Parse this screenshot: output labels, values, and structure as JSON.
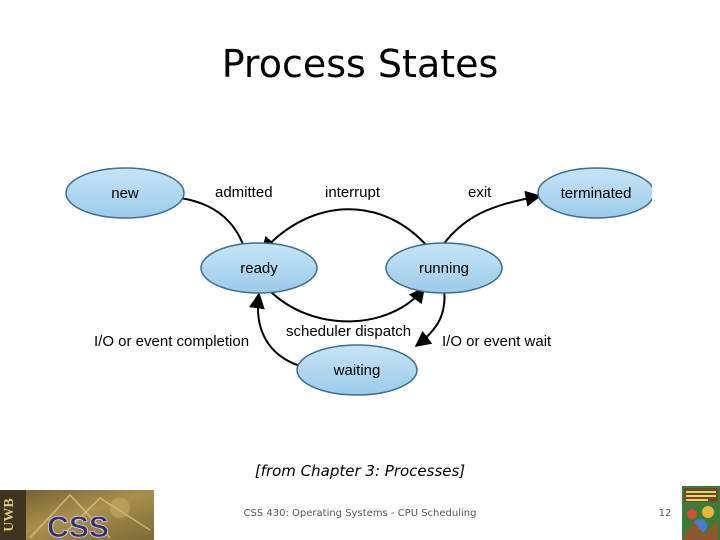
{
  "slide": {
    "title": "Process States",
    "caption": "[from Chapter 3: Processes]",
    "footer": "CSS 430: Operating Systems - CPU Scheduling",
    "page_number": "12"
  },
  "diagram": {
    "nodes": {
      "new": "new",
      "ready": "ready",
      "running": "running",
      "waiting": "waiting",
      "terminated": "terminated"
    },
    "edges": {
      "admitted": "admitted",
      "interrupt": "interrupt",
      "exit": "exit",
      "scheduler_dispatch": "scheduler dispatch",
      "io_completion": "I/O or event completion",
      "io_wait": "I/O or event wait"
    },
    "colors": {
      "node_fill": "#a9d4ee",
      "node_stroke": "#3a6f91",
      "arrow": "#000000"
    }
  },
  "logos": {
    "left": "CSS",
    "left_vertical": "UWB"
  }
}
